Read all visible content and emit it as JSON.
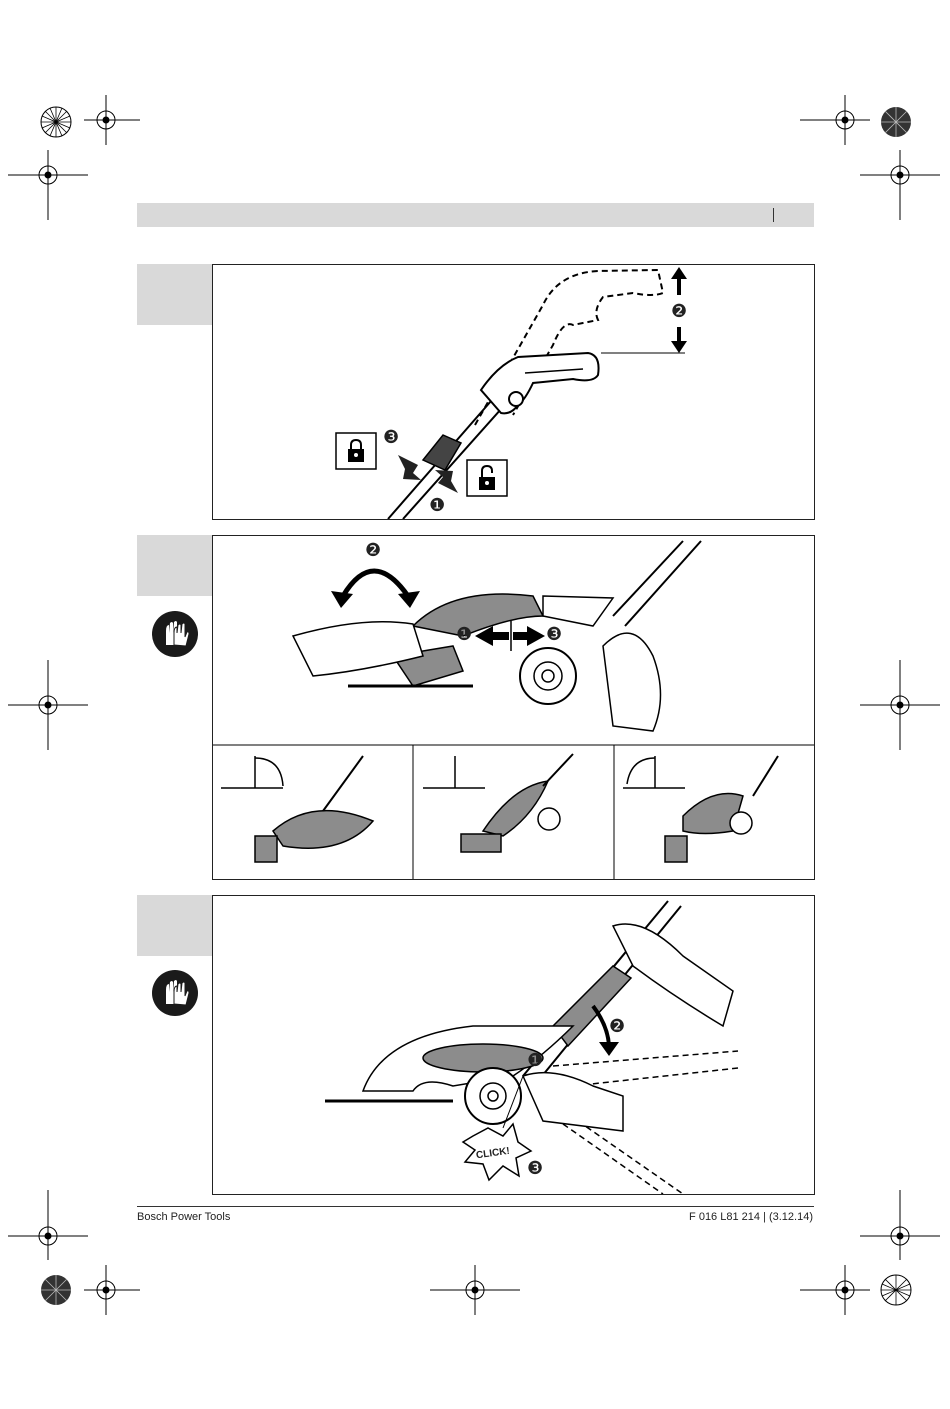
{
  "footer": {
    "publisher": "Bosch Power Tools",
    "doc_ref": "F 016 L81 214 | (3.12.14)"
  },
  "figures": {
    "handle_adjust": {
      "steps": [
        "❶",
        "❷",
        "❸"
      ]
    },
    "blade_angle": {
      "steps": [
        "❶",
        "❷",
        "❸"
      ]
    },
    "blade_lock": {
      "steps": [
        "❶",
        "❷",
        "❸"
      ],
      "callout": "CLICK!"
    }
  },
  "icons": {
    "gloves": "gloves-icon",
    "lock": "lock-closed-icon",
    "unlock": "lock-open-icon"
  },
  "colors": {
    "panel_gray": "#d9d9d9",
    "tool_gray": "#8c8c8c",
    "ink": "#1a1a1a"
  }
}
